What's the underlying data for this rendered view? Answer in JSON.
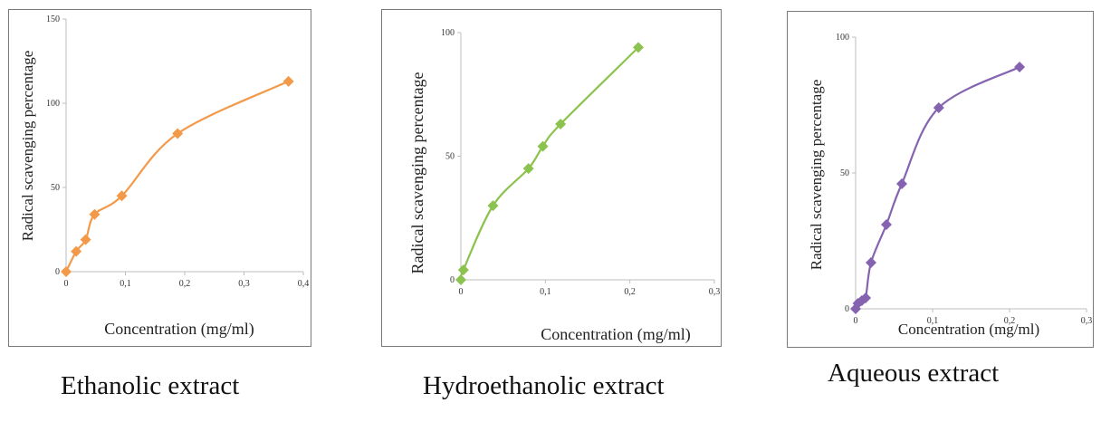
{
  "captions": [
    "Ethanolic extract",
    "Hydroethanolic extract",
    "Aqueous extract"
  ],
  "chart_data": [
    {
      "type": "line",
      "xlabel": "Concentration (mg/ml)",
      "ylabel": "Radical scavenging percentage",
      "xlim": [
        0,
        0.4
      ],
      "ylim": [
        0,
        150
      ],
      "x_ticks": [
        "0",
        "0,1",
        "0,2",
        "0,3",
        "0,4"
      ],
      "y_ticks": [
        "0",
        "50",
        "100",
        "150"
      ],
      "color": "#f29a4a",
      "series": [
        {
          "x": [
            0,
            0.017,
            0.033,
            0.048,
            0.094,
            0.188,
            0.375
          ],
          "y": [
            0,
            12,
            19,
            34,
            45,
            82,
            113
          ]
        }
      ]
    },
    {
      "type": "line",
      "xlabel": "Concentration (mg/ml)",
      "ylabel": "Radical scavenging percentage",
      "xlim": [
        0,
        0.3
      ],
      "ylim": [
        0,
        100
      ],
      "x_ticks": [
        "0",
        "0,1",
        "0,2",
        "0,3"
      ],
      "y_ticks": [
        "0",
        "50",
        "100"
      ],
      "color": "#8cc34f",
      "series": [
        {
          "x": [
            0,
            0.003,
            0.038,
            0.08,
            0.097,
            0.118,
            0.21
          ],
          "y": [
            0,
            4,
            30,
            45,
            54,
            63,
            94
          ]
        }
      ]
    },
    {
      "type": "line",
      "xlabel": "Concentration (mg/ml)",
      "ylabel": "Radical scavenging percentage",
      "xlim": [
        0,
        0.3
      ],
      "ylim": [
        0,
        100
      ],
      "x_ticks": [
        "0",
        "0,1",
        "0,2",
        "0,3"
      ],
      "y_ticks": [
        "0",
        "50",
        "100"
      ],
      "color": "#8563b0",
      "series": [
        {
          "x": [
            0,
            0.003,
            0.008,
            0.013,
            0.02,
            0.04,
            0.06,
            0.108,
            0.213
          ],
          "y": [
            0,
            2,
            3,
            4,
            17,
            31,
            46,
            74,
            89
          ]
        }
      ]
    }
  ]
}
